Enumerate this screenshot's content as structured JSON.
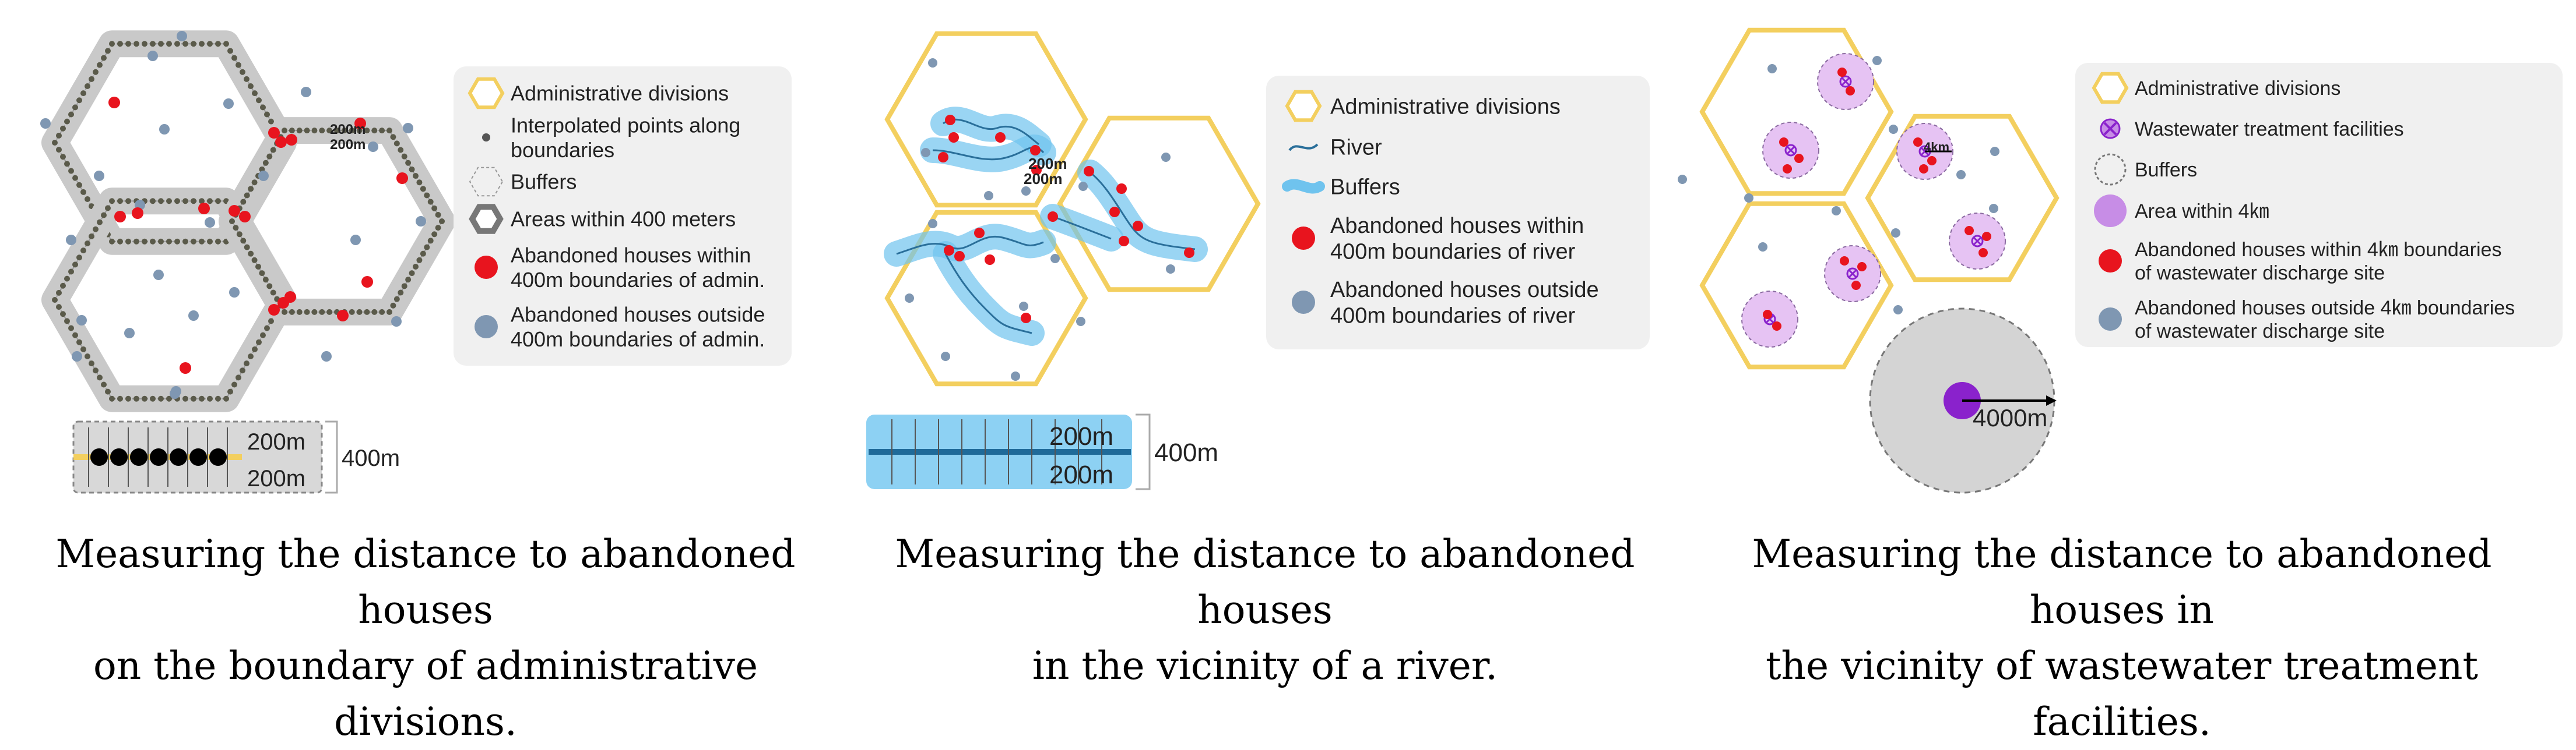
{
  "panels": [
    {
      "caption_line1": "Measuring the distance to abandoned houses",
      "caption_line2": "on the boundary of administrative divisions.",
      "map_labels": {
        "buffer_a": "200m",
        "buffer_b": "200m"
      },
      "legend": [
        {
          "icon": "hexagon-outline-icon",
          "lines": [
            "Administrative divisions"
          ]
        },
        {
          "icon": "small-gray-dot-icon",
          "lines": [
            "Interpolated points along",
            "boundaries"
          ]
        },
        {
          "icon": "dashed-hexagon-icon",
          "lines": [
            "Buffers"
          ]
        },
        {
          "icon": "gray-hexagon-band-icon",
          "lines": [
            "Areas within 400 meters"
          ]
        },
        {
          "icon": "red-dot-icon",
          "lines": [
            "Abandoned houses within",
            "400m boundaries of admin."
          ]
        },
        {
          "icon": "blue-gray-dot-icon",
          "lines": [
            "Abandoned houses outside",
            "400m boundaries of admin."
          ]
        }
      ],
      "scale": {
        "top": "200m",
        "bottom": "200m",
        "total": "400m"
      }
    },
    {
      "caption_line1": "Measuring the distance to abandoned houses",
      "caption_line2": "in the vicinity of a river.",
      "map_labels": {
        "buffer_a": "200m",
        "buffer_b": "200m"
      },
      "legend": [
        {
          "icon": "hexagon-outline-icon",
          "lines": [
            "Administrative divisions"
          ]
        },
        {
          "icon": "river-line-icon",
          "lines": [
            "River"
          ]
        },
        {
          "icon": "blue-buffer-icon",
          "lines": [
            "Buffers"
          ]
        },
        {
          "icon": "red-dot-icon",
          "lines": [
            "Abandoned houses within",
            "400m boundaries of river"
          ]
        },
        {
          "icon": "blue-gray-dot-icon",
          "lines": [
            "Abandoned houses outside",
            "400m boundaries of river"
          ]
        }
      ],
      "scale": {
        "top": "200m",
        "bottom": "200m",
        "total": "400m"
      }
    },
    {
      "caption_line1": "Measuring the distance to abandoned houses in",
      "caption_line2": "the vicinity of wastewater treatment facilities.",
      "map_labels": {
        "radius_small": "4km",
        "radius_large": "4000m"
      },
      "legend": [
        {
          "icon": "hexagon-outline-icon",
          "lines": [
            "Administrative divisions"
          ]
        },
        {
          "icon": "purple-cross-circle-icon",
          "lines": [
            "Wastewater treatment facilities"
          ]
        },
        {
          "icon": "dashed-circle-icon",
          "lines": [
            "Buffers"
          ]
        },
        {
          "icon": "purple-disc-icon",
          "lines": [
            "Area within 4㎞"
          ]
        },
        {
          "icon": "red-dot-icon",
          "lines": [
            "Abandoned houses within 4㎞ boundaries",
            "of wastewater discharge site"
          ]
        },
        {
          "icon": "blue-gray-dot-icon",
          "lines": [
            "Abandoned houses outside 4㎞ boundaries",
            "of wastewater discharge site"
          ]
        }
      ]
    }
  ],
  "colors": {
    "hex_outline": "#f3cf5f",
    "gray_band": "#c9c9c9",
    "band_dots": "#5a5a4a",
    "red_house": "#e8141e",
    "blue_house": "#7f97b2",
    "river": "#2a6f9a",
    "river_buffer": "#6fc3ee",
    "purple_area": "#c78de6",
    "purple_facility": "#8a22cc",
    "legend_bg": "#f0f0f0"
  }
}
